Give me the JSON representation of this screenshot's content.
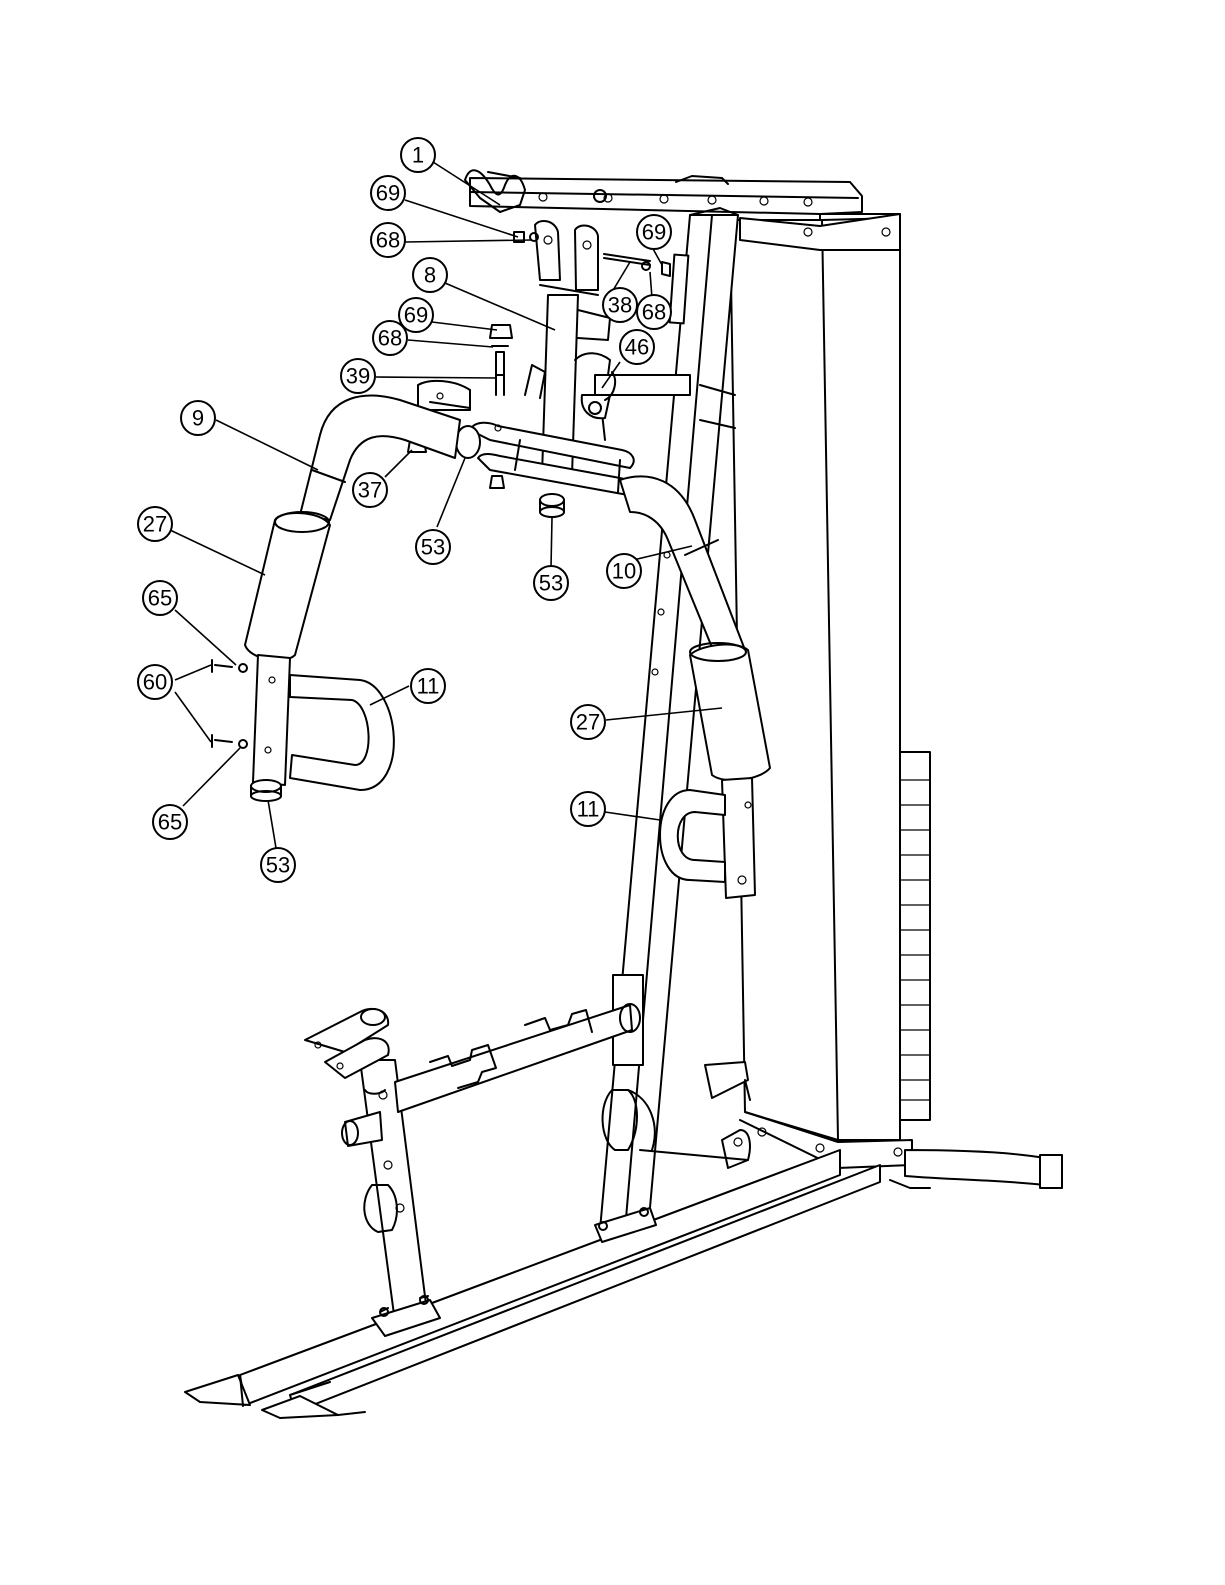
{
  "callouts": [
    {
      "id": "c1",
      "label": "1"
    },
    {
      "id": "c69a",
      "label": "69"
    },
    {
      "id": "c68a",
      "label": "68"
    },
    {
      "id": "c69b",
      "label": "69"
    },
    {
      "id": "c8",
      "label": "8"
    },
    {
      "id": "c38",
      "label": "38"
    },
    {
      "id": "c68b",
      "label": "68"
    },
    {
      "id": "c69c",
      "label": "69"
    },
    {
      "id": "c68c",
      "label": "68"
    },
    {
      "id": "c46",
      "label": "46"
    },
    {
      "id": "c39",
      "label": "39"
    },
    {
      "id": "c9",
      "label": "9"
    },
    {
      "id": "c37",
      "label": "37"
    },
    {
      "id": "c53a",
      "label": "53"
    },
    {
      "id": "c53b",
      "label": "53"
    },
    {
      "id": "c10",
      "label": "10"
    },
    {
      "id": "c27a",
      "label": "27"
    },
    {
      "id": "c65a",
      "label": "65"
    },
    {
      "id": "c60",
      "label": "60"
    },
    {
      "id": "c11a",
      "label": "11"
    },
    {
      "id": "c27b",
      "label": "27"
    },
    {
      "id": "c11b",
      "label": "11"
    },
    {
      "id": "c65b",
      "label": "65"
    },
    {
      "id": "c53c",
      "label": "53"
    }
  ]
}
